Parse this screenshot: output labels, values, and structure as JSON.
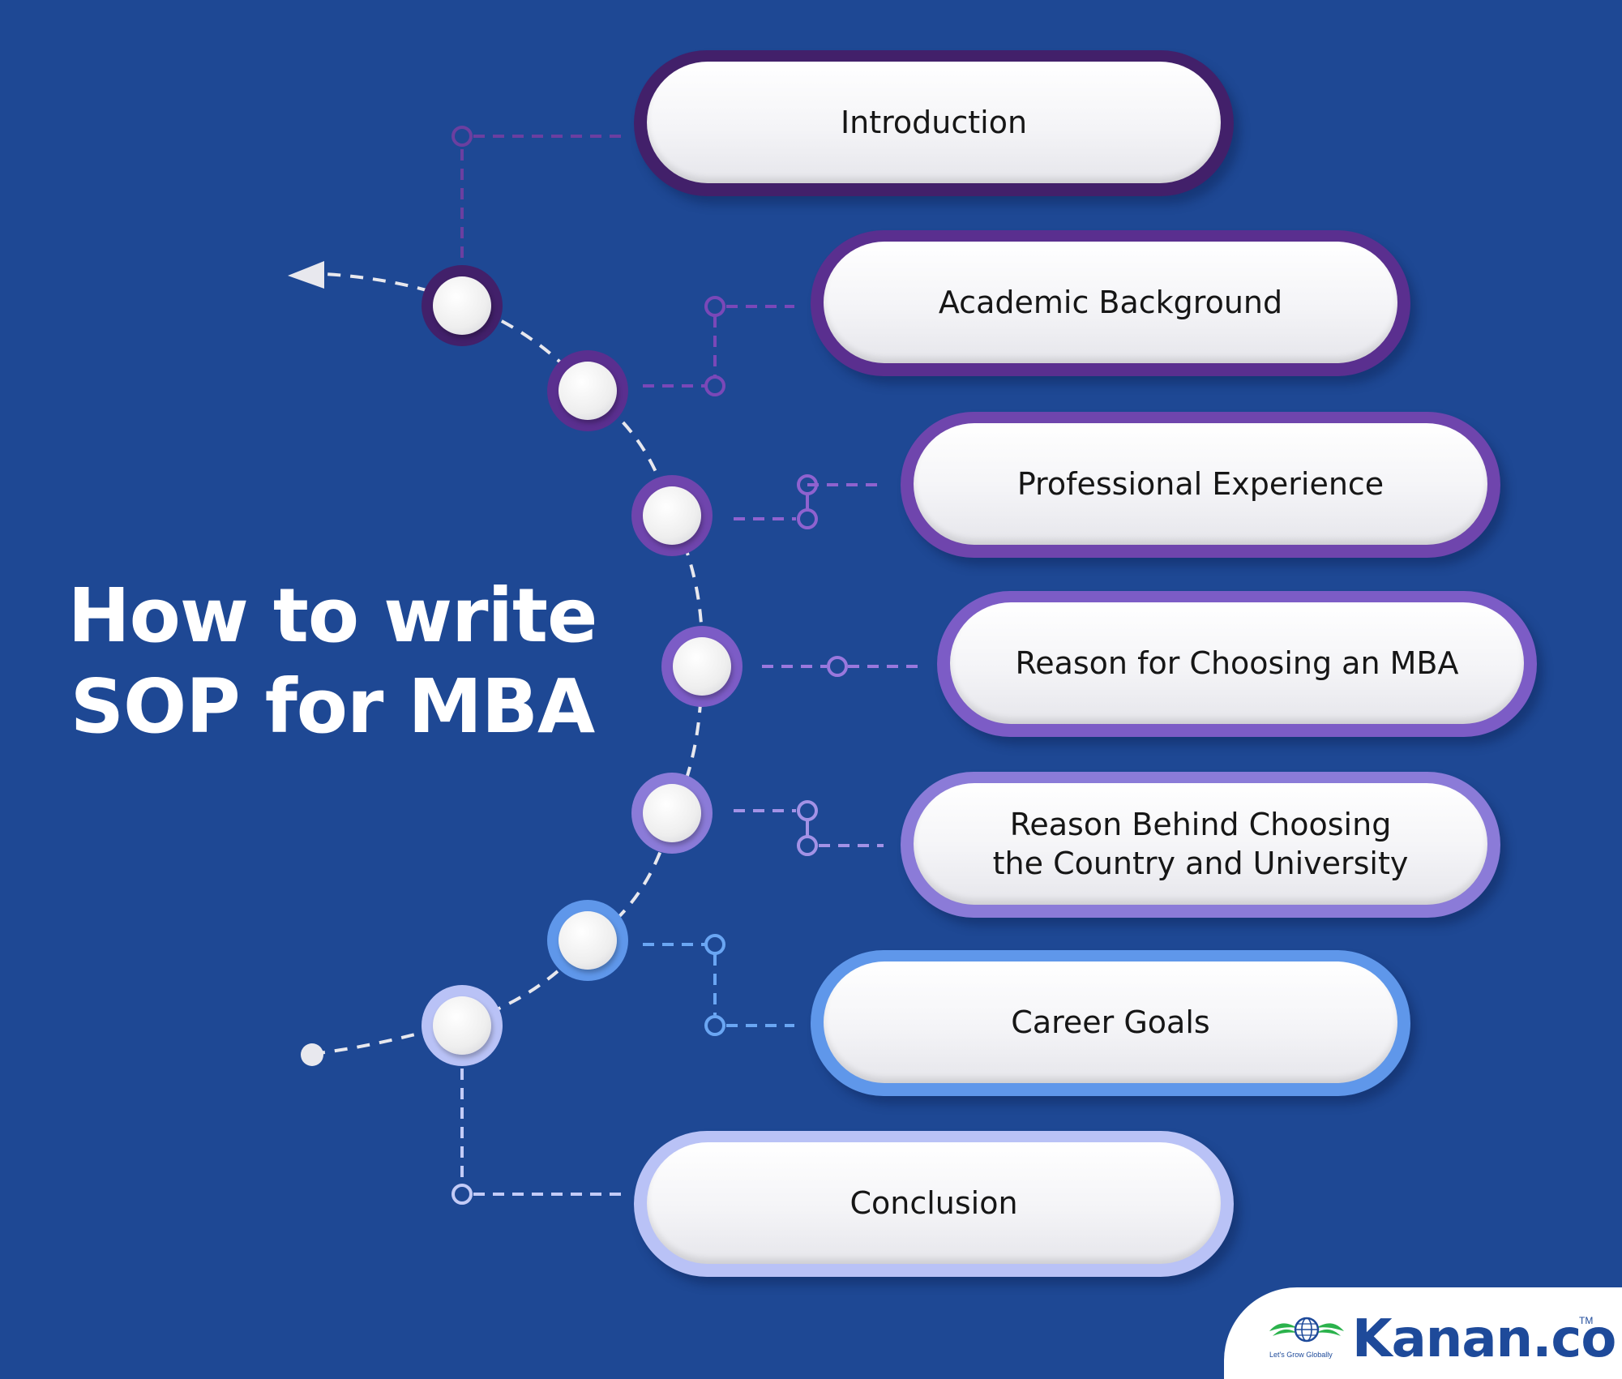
{
  "title": {
    "line1": "How to write",
    "line2": "SOP for MBA"
  },
  "steps": [
    {
      "label": "Introduction",
      "color": "#42206a"
    },
    {
      "label": "Academic Background",
      "color": "#5a2f8f"
    },
    {
      "label": "Professional Experience",
      "color": "#6f45ad"
    },
    {
      "label": "Reason for Choosing an MBA",
      "color": "#7c5cc6"
    },
    {
      "label": "Reason Behind Choosing the Country and University",
      "color": "#8b7bd8"
    },
    {
      "label": "Career Goals",
      "color": "#5f97ea"
    },
    {
      "label": "Conclusion",
      "color": "#b9c2f6"
    }
  ],
  "colors": {
    "background": "#1e4894",
    "pill": "#f2f2f5",
    "text": "#161616",
    "title": "#ffffff",
    "logo": "#1e4a9a",
    "logo_leaf": "#2bb24c"
  },
  "logo": {
    "name": "Kanan.co",
    "tagline": "Let's Grow Globally",
    "tm": "TM",
    "icon": "globe-wings-icon"
  }
}
